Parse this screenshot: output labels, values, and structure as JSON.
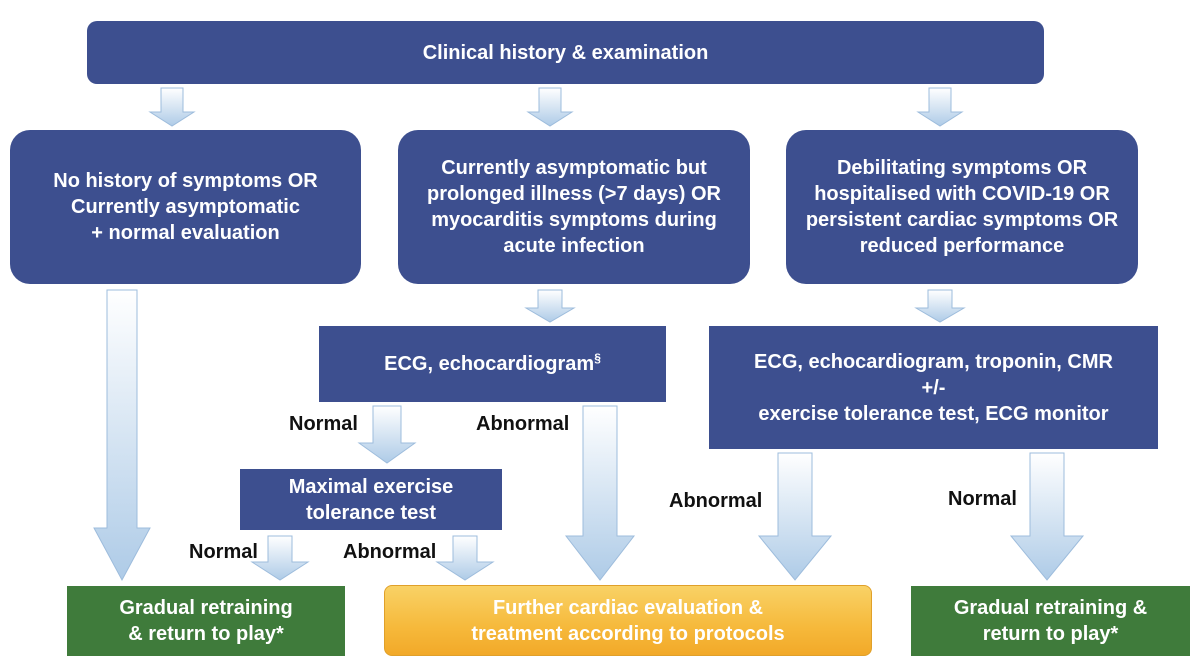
{
  "top": {
    "text": "Clinical history & examination"
  },
  "col1": {
    "lines": [
      "No history of symptoms OR",
      "Currently asymptomatic",
      "+ normal evaluation"
    ]
  },
  "col2": {
    "lines": [
      "Currently asymptomatic but",
      "prolonged illness (>7 days) OR",
      "myocarditis symptoms during",
      "acute infection"
    ]
  },
  "col3": {
    "lines": [
      "Debilitating symptoms OR",
      "hospitalised with COVID-19 OR",
      "persistent cardiac symptoms OR",
      "reduced performance"
    ]
  },
  "ecg_mid": {
    "text": "ECG, echocardiogram",
    "sup": "§"
  },
  "ecg_right": {
    "lines": [
      "ECG, echocardiogram, troponin, CMR",
      "+/-",
      "exercise tolerance test, ECG monitor"
    ]
  },
  "max_ex": {
    "lines": [
      "Maximal exercise",
      "tolerance test"
    ]
  },
  "labels": {
    "normal_ecg": "Normal",
    "abnormal_ecg": "Abnormal",
    "normal_max": "Normal",
    "abnormal_max": "Abnormal",
    "abnormal_right": "Abnormal",
    "normal_right": "Normal"
  },
  "outcomes": {
    "retrain_left": [
      "Gradual retraining",
      "& return to play*"
    ],
    "further": [
      "Further cardiac evaluation &",
      "treatment according to protocols"
    ],
    "retrain_right": [
      "Gradual retraining  &",
      "return to play*"
    ]
  },
  "colors": {
    "navy": "#3d4f8f",
    "green": "#3f7b3b",
    "orange": "#f6b93b",
    "arrow_light": "#ffffff",
    "arrow_dark": "#b5cfe9"
  }
}
